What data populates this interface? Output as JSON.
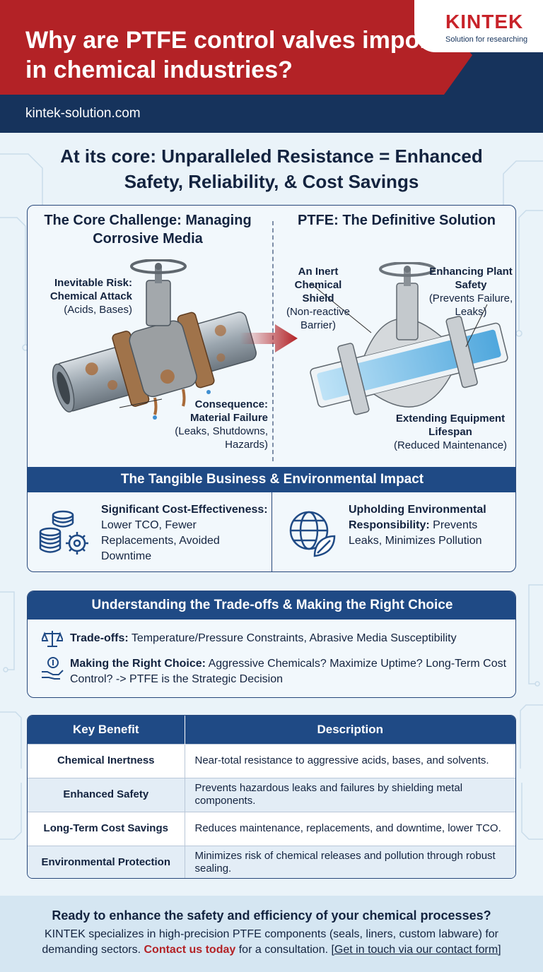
{
  "header": {
    "title": "Why are PTFE control valves important in chemical industries?",
    "url": "kintek-solution.com",
    "logo_name": "KINTEK",
    "logo_tagline": "Solution for researching"
  },
  "headline": "At its core: Unparalleled Resistance = Enhanced Safety, Reliability, & Cost Savings",
  "challenge": {
    "title": "The Core Challenge: Managing Corrosive Media",
    "risk_bold": "Inevitable Risk: Chemical Attack",
    "risk_detail": "(Acids, Bases)",
    "consequence_bold": "Consequence: Material Failure",
    "consequence_detail": "(Leaks, Shutdowns, Hazards)"
  },
  "solution": {
    "title": "PTFE: The Definitive Solution",
    "shield_bold": "An Inert Chemical Shield",
    "shield_detail": "(Non-reactive Barrier)",
    "safety_bold": "Enhancing Plant Safety",
    "safety_detail": "(Prevents Failure, Leaks)",
    "lifespan_bold": "Extending Equipment Lifespan",
    "lifespan_detail": "(Reduced Maintenance)"
  },
  "impact": {
    "title": "The Tangible Business & Environmental Impact",
    "cost_bold": "Significant Cost-Effectiveness:",
    "cost_text": "Lower TCO, Fewer Replacements, Avoided Downtime",
    "env_bold": "Upholding Environmental Responsibility:",
    "env_text": "Prevents Leaks, Minimizes Pollution"
  },
  "tradeoffs": {
    "title": "Understanding the Trade-offs & Making the Right Choice",
    "row1_bold": "Trade-offs:",
    "row1_text": "Temperature/Pressure Constraints, Abrasive Media Susceptibility",
    "row2_bold": "Making the Right Choice:",
    "row2_text": "Aggressive Chemicals? Maximize Uptime? Long-Term Cost Control? -> PTFE is the Strategic Decision"
  },
  "table": {
    "headers": [
      "Key Benefit",
      "Description"
    ],
    "rows": [
      {
        "benefit": "Chemical Inertness",
        "description": "Near-total resistance to aggressive acids, bases, and solvents."
      },
      {
        "benefit": "Enhanced Safety",
        "description": "Prevents hazardous leaks and failures by shielding metal components."
      },
      {
        "benefit": "Long-Term Cost Savings",
        "description": "Reduces maintenance, replacements, and downtime, lower TCO."
      },
      {
        "benefit": "Environmental Protection",
        "description": "Minimizes risk of chemical releases and pollution through robust sealing."
      }
    ]
  },
  "footer": {
    "question": "Ready to enhance the safety and efficiency of your chemical processes?",
    "text_before": "KINTEK specializes in high-precision PTFE components (seals, liners, custom labware) for demanding sectors.",
    "cta": "Contact us today",
    "text_after": "for a consultation.",
    "link": "[Get in touch via our contact form]"
  },
  "colors": {
    "brand_red": "#b32226",
    "navy": "#16335c",
    "section_blue": "#1f4a85"
  }
}
